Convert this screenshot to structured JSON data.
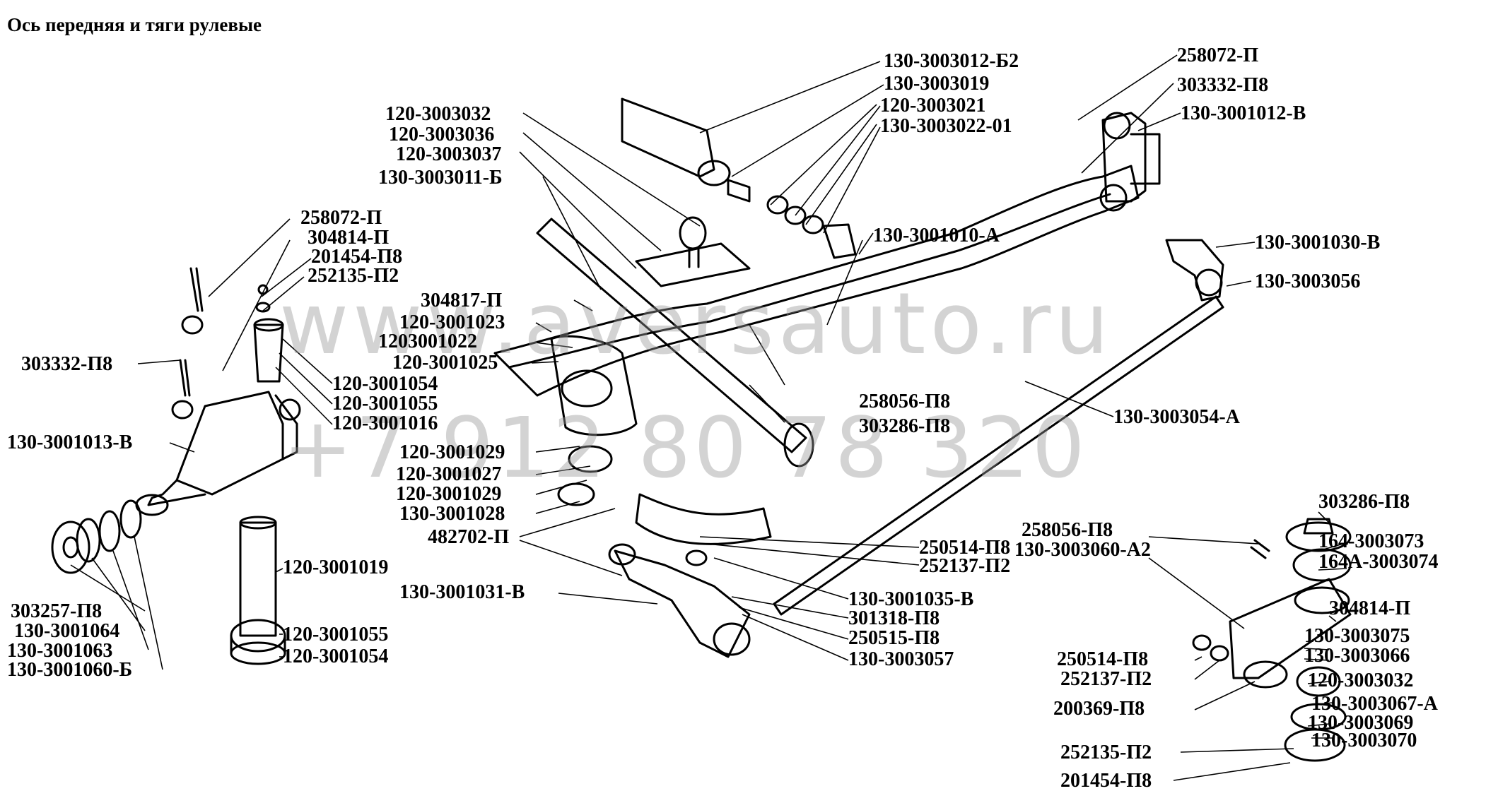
{
  "title": "Ось передняя и тяги рулевые",
  "watermark": {
    "url": "www.aversauto.ru",
    "phone": "+7 912 80 78 320",
    "color": "#969696"
  },
  "labels": [
    "130-3003012-Б2",
    "130-3003019",
    "120-3003021",
    "130-3003022-01",
    "258072-П",
    "303332-П8",
    "130-3001012-В",
    "120-3003032",
    "120-3003036",
    "120-3003037",
    "130-3003011-Б",
    "130-3001010-А",
    "130-3001030-В",
    "130-3003056",
    "258072-П",
    "304814-П",
    "201454-П8",
    "252135-П2",
    "304817-П",
    "120-3001023",
    "1203001022",
    "120-3001025",
    "303332-П8",
    "120-3001054",
    "120-3001055",
    "120-3001016",
    "258056-П8",
    "303286-П8",
    "130-3003054-А",
    "130-3001013-В",
    "120-3001029",
    "120-3001027",
    "120-3001029",
    "130-3001028",
    "482702-П",
    "250514-П8",
    "252137-П2",
    "120-3001019",
    "130-3001031-В",
    "130-3001035-В",
    "301318-П8",
    "250515-П8",
    "130-3003057",
    "120-3001055",
    "120-3001054",
    "303257-П8",
    "130-3001064",
    "130-3001063",
    "130-3001060-Б",
    "303286-П8",
    "164-3003073",
    "164А-3003074",
    "258056-П8",
    "130-3003060-А2",
    "304814-П",
    "130-3003075",
    "130-3003066",
    "120-3003032",
    "130-3003067-А",
    "130-3003069",
    "130-3003070",
    "250514-П8",
    "252137-П2",
    "200369-П8",
    "252135-П2",
    "201454-П8"
  ]
}
